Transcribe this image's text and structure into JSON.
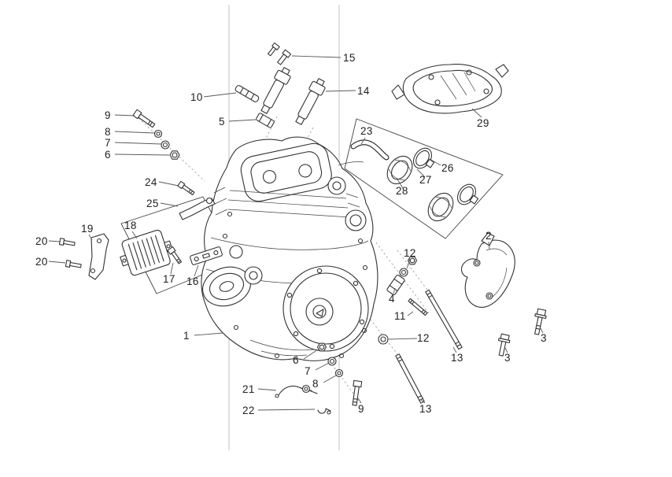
{
  "figure": {
    "type": "exploded-parts-diagram",
    "subject": "engine-assembly",
    "colors": {
      "background": "#ffffff",
      "line": "#333333",
      "leader": "#5a5a5a",
      "fold_line": "#d9d9d9"
    },
    "callouts": [
      {
        "ref": "15"
      },
      {
        "ref": "14"
      },
      {
        "ref": "10"
      },
      {
        "ref": "5"
      },
      {
        "ref": "9"
      },
      {
        "ref": "8"
      },
      {
        "ref": "7"
      },
      {
        "ref": "6"
      },
      {
        "ref": "24"
      },
      {
        "ref": "25"
      },
      {
        "ref": "23"
      },
      {
        "ref": "29"
      },
      {
        "ref": "26"
      },
      {
        "ref": "27"
      },
      {
        "ref": "28"
      },
      {
        "ref": "2"
      },
      {
        "ref": "20"
      },
      {
        "ref": "19"
      },
      {
        "ref": "18"
      },
      {
        "ref": "20"
      },
      {
        "ref": "17"
      },
      {
        "ref": "16"
      },
      {
        "ref": "12"
      },
      {
        "ref": "4"
      },
      {
        "ref": "11"
      },
      {
        "ref": "3"
      },
      {
        "ref": "3"
      },
      {
        "ref": "1"
      },
      {
        "ref": "12"
      },
      {
        "ref": "13"
      },
      {
        "ref": "6"
      },
      {
        "ref": "7"
      },
      {
        "ref": "8"
      },
      {
        "ref": "21"
      },
      {
        "ref": "9"
      },
      {
        "ref": "22"
      },
      {
        "ref": "13"
      }
    ]
  }
}
